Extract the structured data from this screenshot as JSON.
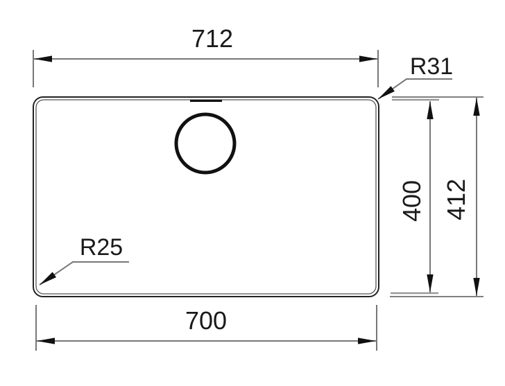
{
  "title": "Sink dimension drawing",
  "dimensions": {
    "top_width": "712",
    "bottom_width": "700",
    "inner_height": "400",
    "outer_height": "412",
    "outer_radius": "R31",
    "inner_radius": "R25"
  },
  "colors": {
    "line": "#1a1a1a",
    "dimension": "#777777"
  }
}
